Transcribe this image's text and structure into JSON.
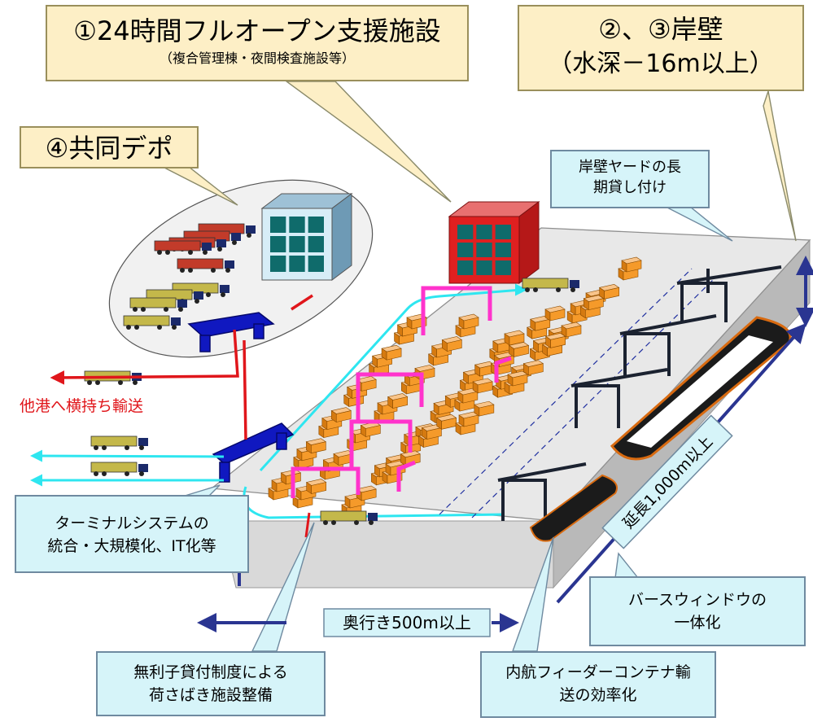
{
  "callouts": {
    "facility": {
      "title": "①24時間フルオープン支援施設",
      "subtitle": "（複合管理棟・夜間検査施設等）"
    },
    "berth": {
      "line1": "②、③岸壁",
      "line2": "（水深－16m以上）"
    },
    "depot": {
      "label": "④共同デポ"
    },
    "lease": {
      "line1": "岸壁ヤードの長",
      "line2": "期貸し付け"
    },
    "terminal": {
      "line1": "ターミナルシステムの",
      "line2": "統合・大規模化、IT化等"
    },
    "berth_window": {
      "line1": "バースウィンドウの",
      "line2": "一体化"
    },
    "loan": {
      "line1": "無利子貸付制度による",
      "line2": "荷さばき施設整備"
    },
    "feeder": {
      "line1": "内航フィーダーコンテナ輸",
      "line2": "送の効率化"
    }
  },
  "dimensions": {
    "depth": "奥行き500m以上",
    "length": "延長1,000m以上"
  },
  "transport": {
    "other_port": "他港へ横持ち輸送"
  },
  "colors": {
    "callout_tan": "#fdefc6",
    "callout_cyan": "#d6f4f9",
    "container": "#f59a2a",
    "crane": "#1b2230",
    "gantry": "#ff33cc",
    "gate": "#1018c0",
    "route_red": "#e0161b",
    "route_cyan": "#2ee6f0",
    "arrow_navy": "#2a3591"
  }
}
